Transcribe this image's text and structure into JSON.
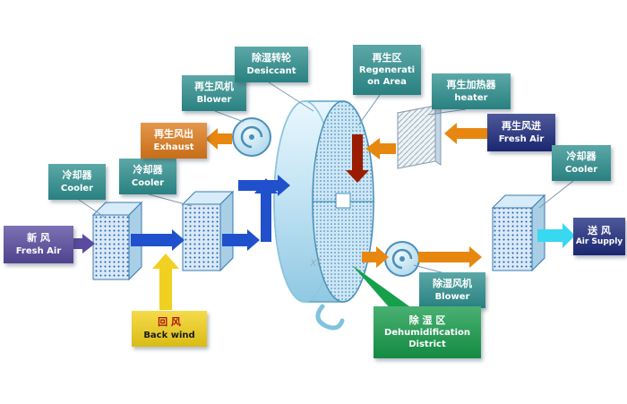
{
  "colors": {
    "teal": "#2e8f8f",
    "purple": "#584a9e",
    "navy": "#1d2b7d",
    "orangebox": "#dd7a1a",
    "yellowbox": "#f2d118",
    "greenbox": "#169a4a",
    "backwind-zh": "#b01010",
    "arrow-blue": "#2050cc",
    "arrow-orange": "#e8870f",
    "arrow-yellow": "#f0d020",
    "arrow-red": "#9b1c00",
    "arrow-cyan": "#38d8f0",
    "arrow-purple": "#5a4aa0",
    "arrow-green": "#17a04c"
  },
  "labels": {
    "fresh_air_in": {
      "zh": "新  风",
      "en": "Fresh Air"
    },
    "cooler1": {
      "zh": "冷却器",
      "en": "Cooler"
    },
    "cooler2": {
      "zh": "冷却器",
      "en": "Cooler"
    },
    "regen_blower": {
      "zh": "再生风机",
      "en": "Blower"
    },
    "exhaust": {
      "zh": "再生风出",
      "en": "Exhaust"
    },
    "desiccant": {
      "zh": "除湿转轮",
      "en": "Desiccant"
    },
    "regen_area": {
      "zh": "再生区",
      "en1": "Regenerati",
      "en2": "on Area"
    },
    "heater": {
      "zh": "再生加热器",
      "en": "heater"
    },
    "regen_fresh_air": {
      "zh": "再生风进",
      "en": "Fresh Air"
    },
    "cooler3": {
      "zh": "冷却器",
      "en": "Cooler"
    },
    "air_supply": {
      "zh": "送  风",
      "en": "Air Supply"
    },
    "dehum_blower": {
      "zh": "除湿风机",
      "en": "Blower"
    },
    "back_wind": {
      "zh": "回  风",
      "en": "Back wind"
    },
    "dehum_district": {
      "zh": "除 湿 区",
      "en1": "Dehumidification",
      "en2": "District"
    }
  },
  "watermark": "xt"
}
